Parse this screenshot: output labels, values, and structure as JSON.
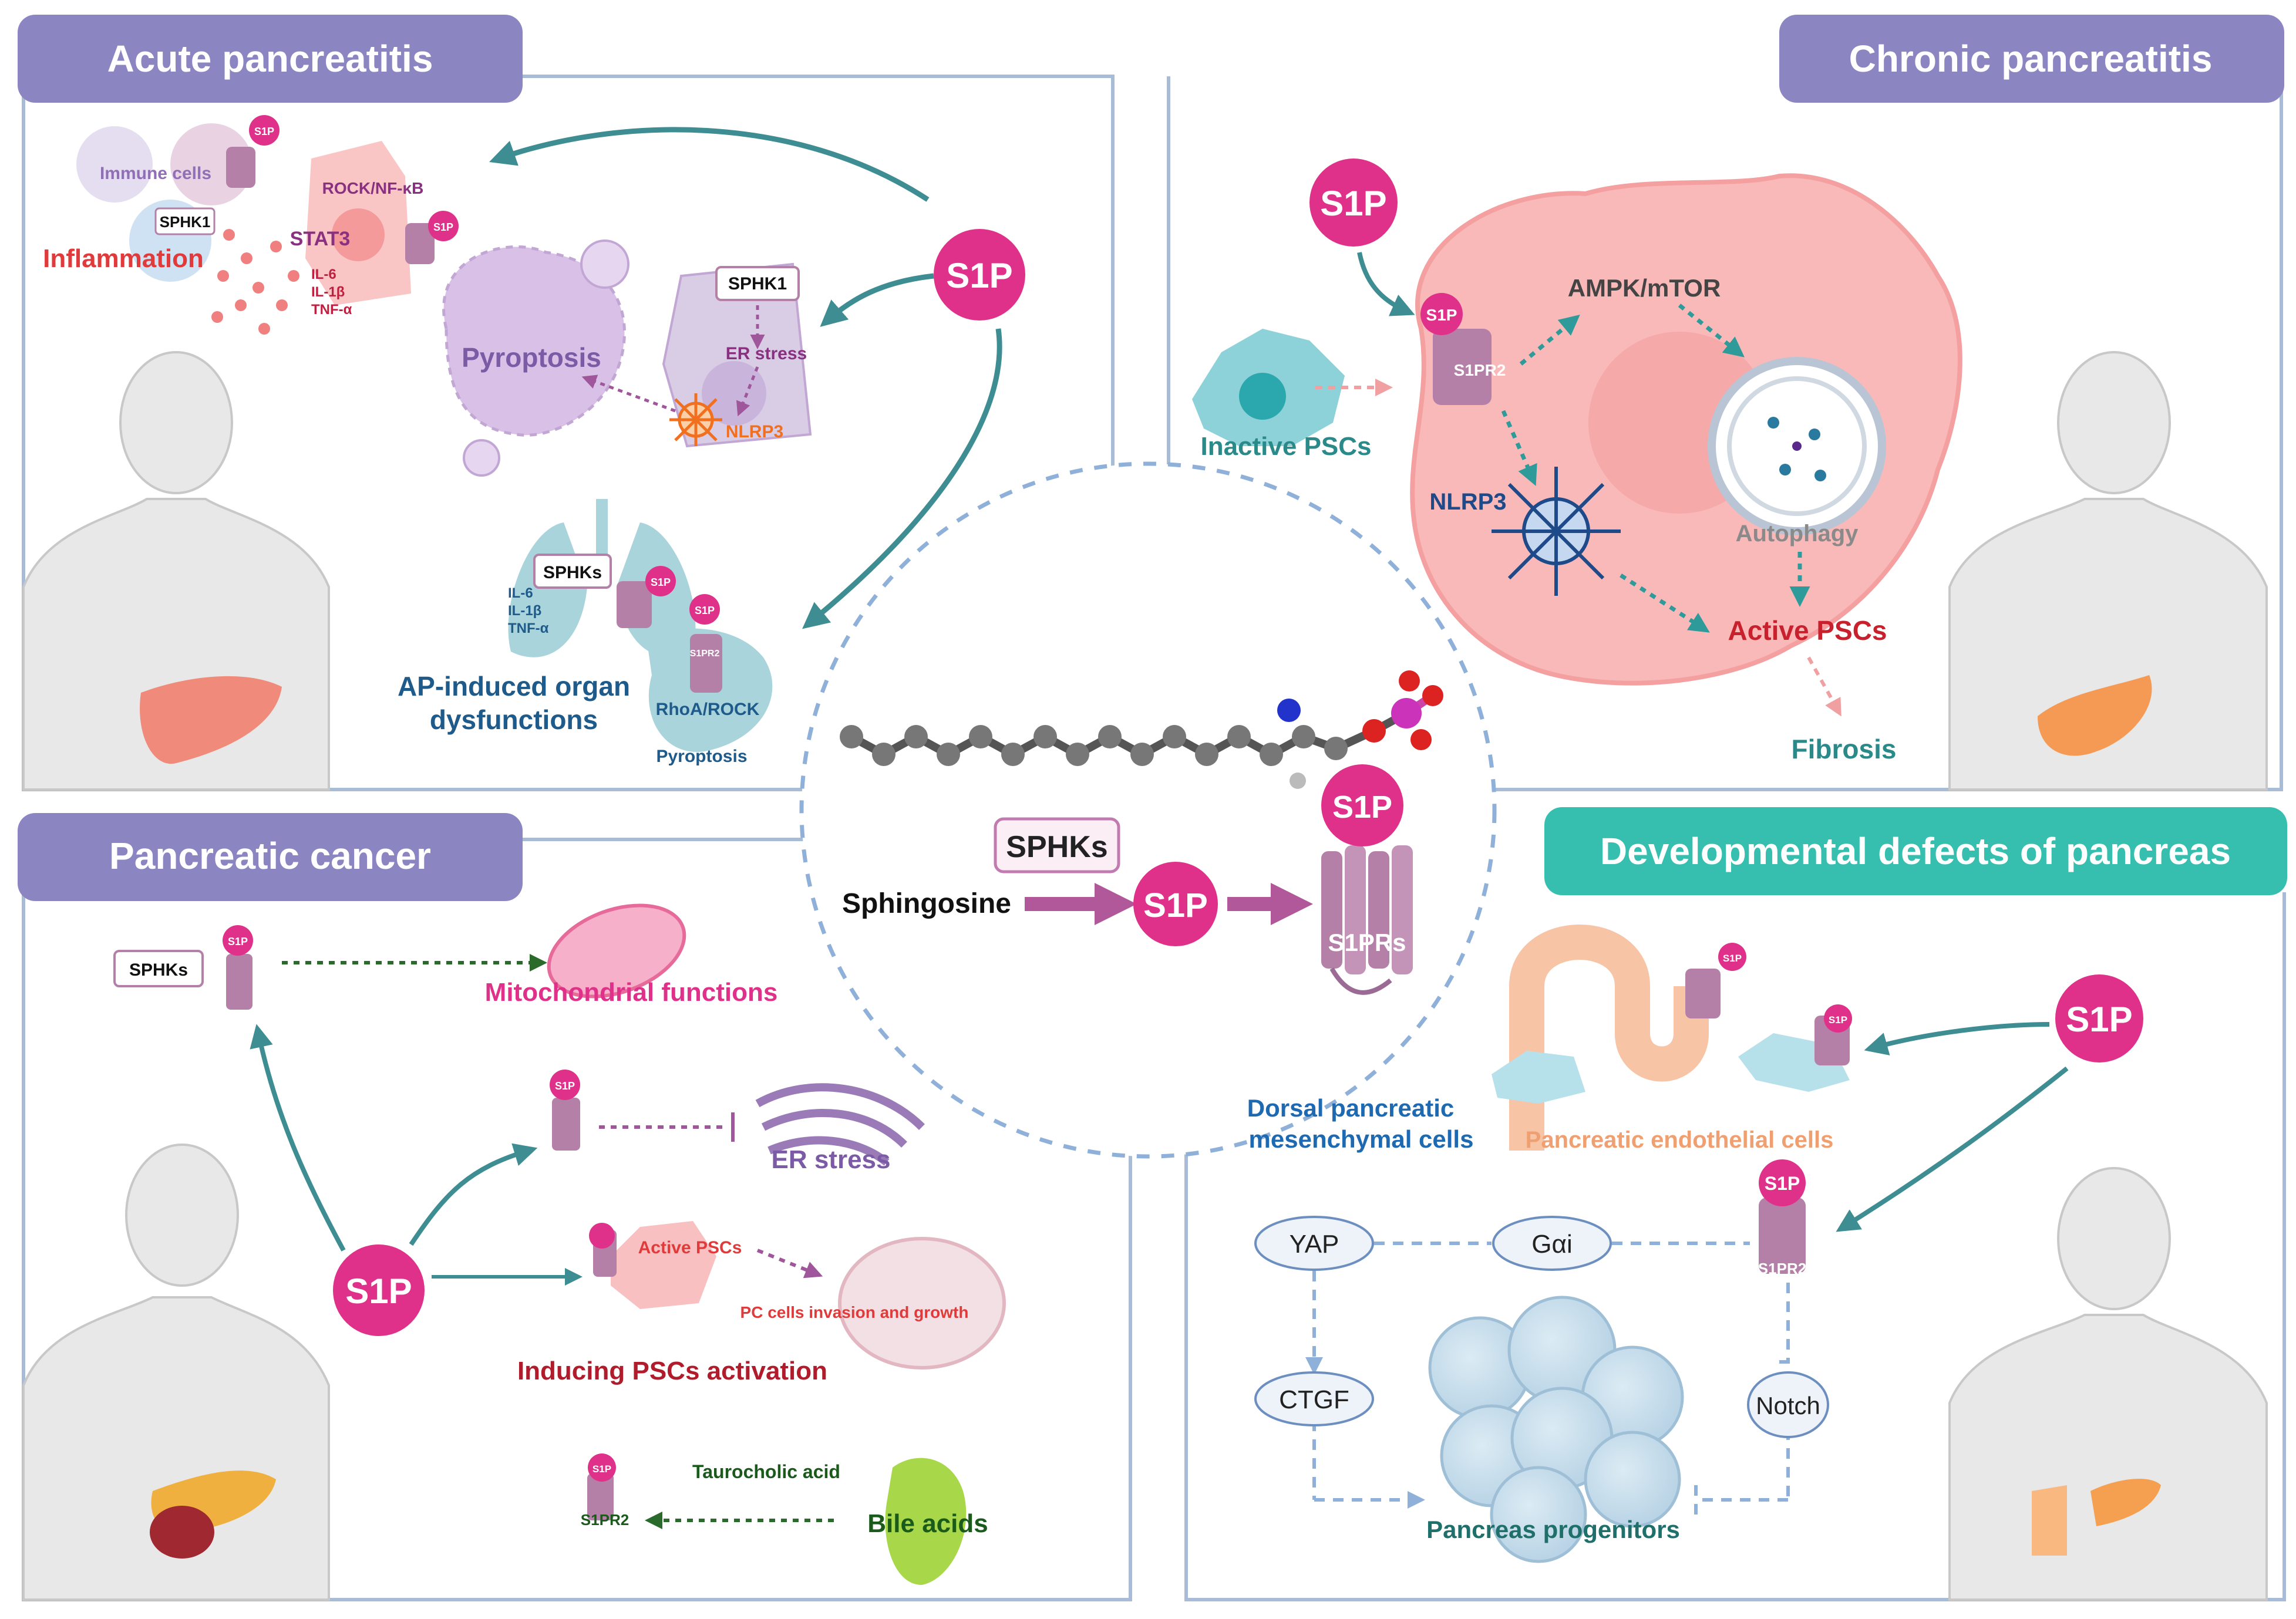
{
  "panels": {
    "acute": {
      "title": "Acute pancreatitis",
      "immune_cells": "Immune cells",
      "sphk1_a": "SPHK1",
      "inflammation": "Inflammation",
      "rock_nfkb": "ROCK/NF-κB",
      "stat3": "STAT3",
      "cytokines_a": [
        "IL-6",
        "IL-1β",
        "TNF-α"
      ],
      "sphk1_b": "SPHK1",
      "er_stress": "ER stress",
      "pyroptosis": "Pyroptosis",
      "nlrp3": "NLRP3",
      "sphks": "SPHKs",
      "cytokines_b": [
        "IL-6",
        "IL-1β",
        "TNF-α"
      ],
      "organ_dys": [
        "AP-induced organ",
        "dysfunctions"
      ],
      "rhoa_rock": "RhoA/ROCK",
      "pyroptosis2": "Pyroptosis",
      "s1p": "S1P",
      "s1pr2": "S1PR2"
    },
    "chronic": {
      "title": "Chronic pancreatitis",
      "s1p": "S1P",
      "ampk": "AMPK/mTOR",
      "s1pr2": "S1PR2",
      "inactive": "Inactive PSCs",
      "nlrp3": "NLRP3",
      "autophagy": "Autophagy",
      "active": "Active PSCs",
      "fibrosis": "Fibrosis"
    },
    "center": {
      "sphks": "SPHKs",
      "sphingosine": "Sphingosine",
      "s1p": "S1P",
      "s1p_receptor": "S1P",
      "s1prs": "S1PRs"
    },
    "cancer": {
      "title": "Pancreatic cancer",
      "sphks": "SPHKs",
      "mito": "Mitochondrial functions",
      "er_stress": "ER stress",
      "active_pscs": "Active PSCs",
      "pc_cells": "PC cells invasion and growth",
      "inducing": "Inducing PSCs activation",
      "taurocholic": "Taurocholic acid",
      "bile": "Bile acids",
      "s1pr2": "S1PR2",
      "s1p": "S1P"
    },
    "dev": {
      "title": "Developmental defects of pancreas",
      "s1p": "S1P",
      "dorsal": [
        "Dorsal pancreatic",
        "mesenchymal cells"
      ],
      "endothelial": "Pancreatic endothelial cells",
      "yap": "YAP",
      "gai": "Gαi",
      "s1pr2": "S1PR2",
      "ctgf": "CTGF",
      "notch": "Notch",
      "progenitors": "Pancreas progenitors"
    }
  },
  "colors": {
    "header_purple": "#8b86c2",
    "header_teal": "#36bfae",
    "s1p_magenta": "#e0318a",
    "receptor": "#b580a8",
    "teal_arrow": "#3d8d92",
    "panel_border": "#a8bcd8"
  }
}
